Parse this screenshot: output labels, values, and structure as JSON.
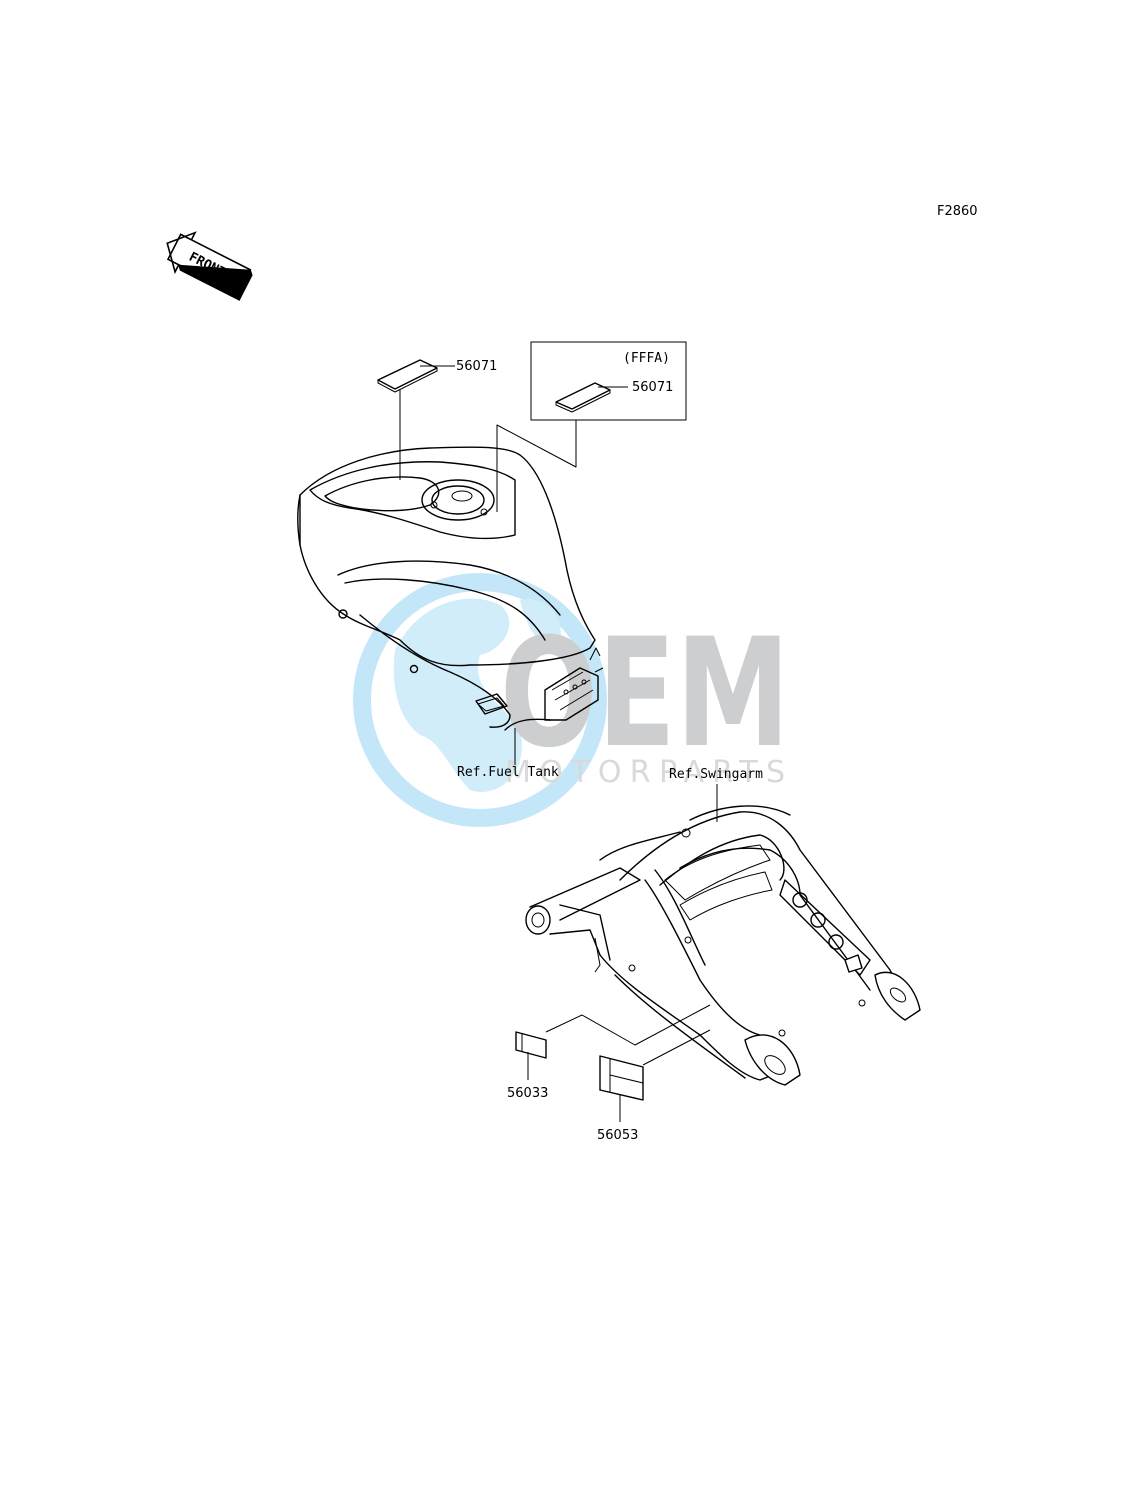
{
  "diagram": {
    "figure_code": "F2860",
    "front_arrow_text": "FRONT",
    "callouts": {
      "tank_sticker": "56071",
      "variant_sticker": "56071",
      "variant_code": "(FFFA)",
      "small_label": "56033",
      "large_label": "56053"
    },
    "references": {
      "fuel_tank": "Ref.Fuel Tank",
      "swingarm": "Ref.Swingarm"
    },
    "watermark": {
      "brand": "OEM",
      "tagline": "MOTORPARTS",
      "colors": {
        "globe": "#b9e3f7",
        "letters": "#c4c6c8",
        "tagline": "#d2d3d4"
      }
    }
  }
}
